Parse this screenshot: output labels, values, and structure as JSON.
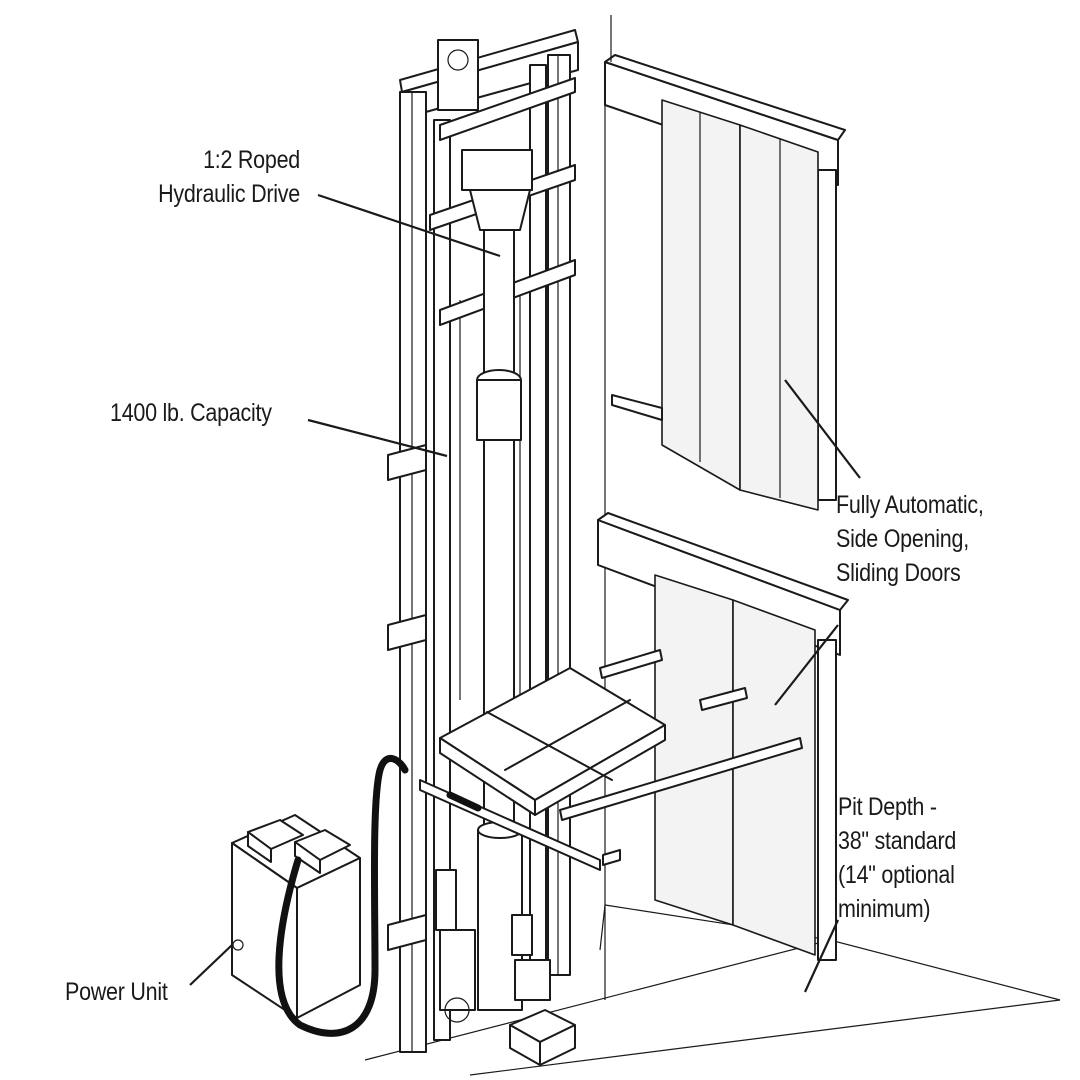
{
  "labels": {
    "drive": [
      "1:2 Roped",
      "Hydraulic Drive"
    ],
    "capacity": "1400 lb. Capacity",
    "doors": [
      "Fully Automatic,",
      "Side Opening,",
      "Sliding Doors"
    ],
    "pit": [
      "Pit Depth -",
      "38\" standard",
      "(14\" optional",
      "minimum)"
    ],
    "power": "Power Unit"
  }
}
